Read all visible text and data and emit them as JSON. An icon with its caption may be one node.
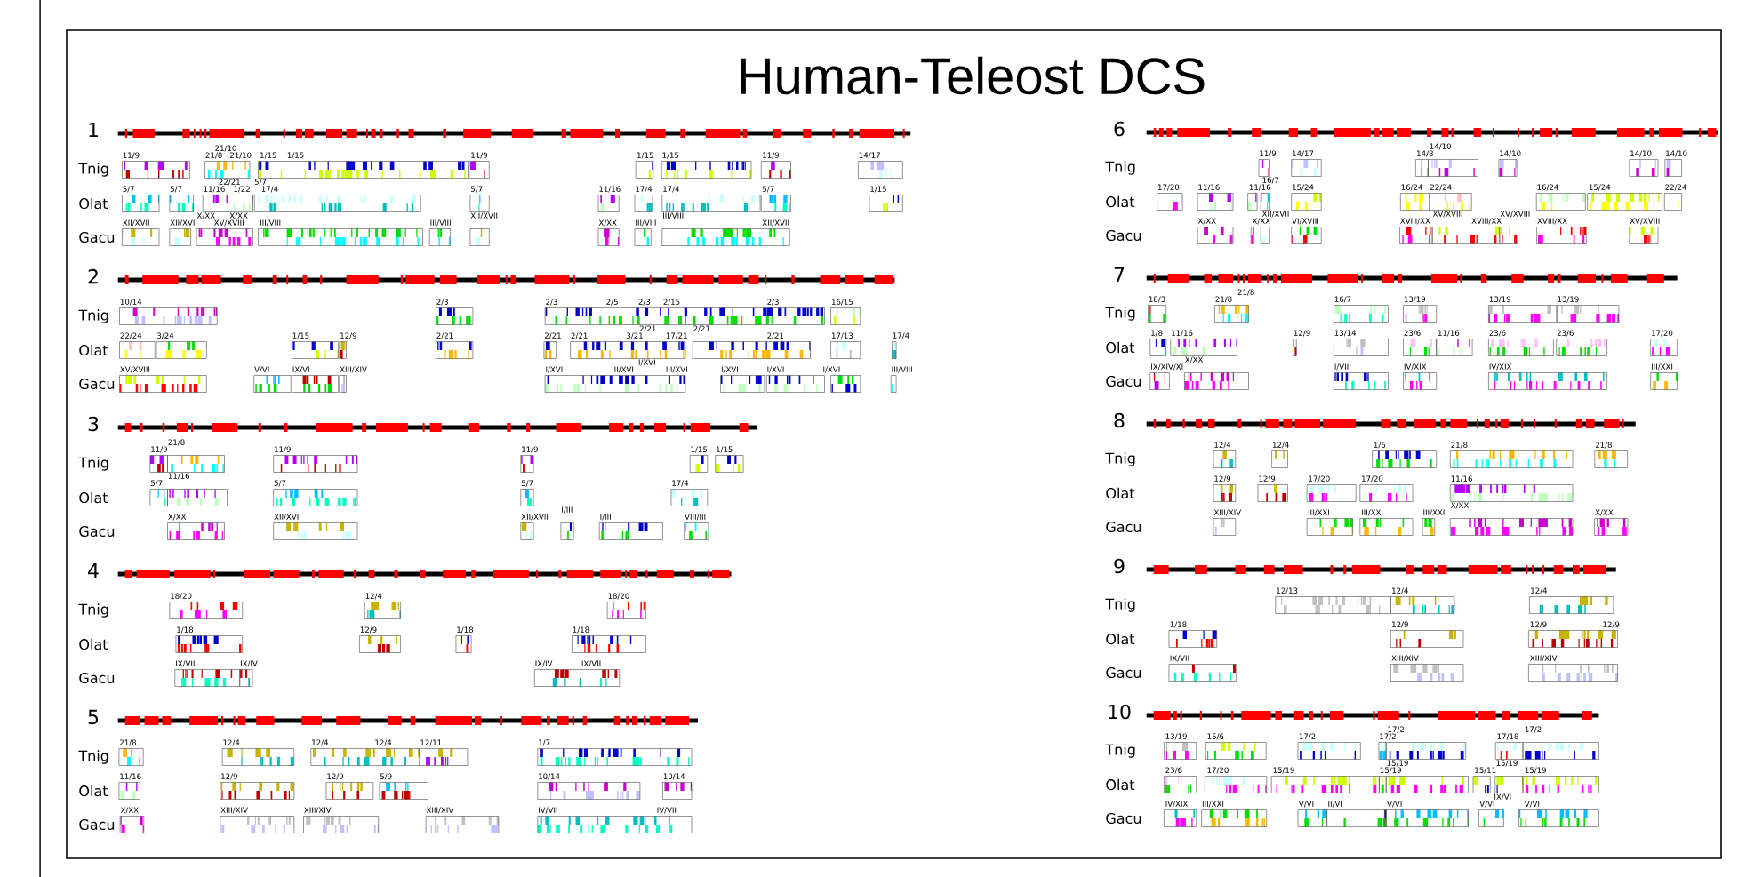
{
  "diagram": {
    "title": "Human-Teleost DCS",
    "labels": [
      "1",
      "Tnig",
      "11/9",
      "21/8",
      "21/10",
      "21/10",
      "1/15",
      "1/15",
      "11/9",
      "1/15",
      "1/15",
      "11/9",
      "14/17",
      "Olat",
      "5/7",
      "5/7",
      "11/16",
      "22/21",
      "1/22",
      "5/7",
      "17/4",
      "5/7",
      "11/16",
      "17/4",
      "17/4",
      "5/7",
      "1/15",
      "Gacu",
      "XII/XVII",
      "XII/XVII",
      "X/XX",
      "XV/XVIII",
      "X/XX",
      "III/VIII",
      "III/VIII",
      "XII/XVII",
      "X/XX",
      "III/VIII",
      "III/VIII",
      "XII/XVII",
      "2",
      "Tnig",
      "10/14",
      "2/3",
      "2/3",
      "2/5",
      "2/3",
      "2/15",
      "2/3",
      "16/15",
      "Olat",
      "22/24",
      "3/24",
      "1/15",
      "12/9",
      "2/21",
      "2/21",
      "2/21",
      "3/21",
      "2/21",
      "17/21",
      "2/21",
      "2/21",
      "17/13",
      "17/4",
      "Gacu",
      "XV/XVIII",
      "V/VI",
      "IX/VI",
      "XIII/XIV",
      "I/XVI",
      "II/XVI",
      "I/XVI",
      "III/XVI",
      "I/XVI",
      "I/XVI",
      "I/XVI",
      "III/VIII",
      "3",
      "Tnig",
      "11/9",
      "21/8",
      "11/9",
      "11/9",
      "1/15",
      "1/15",
      "Olat",
      "5/7",
      "11/16",
      "5/7",
      "5/7",
      "17/4",
      "Gacu",
      "X/XX",
      "XII/XVII",
      "XII/XVII",
      "I/III",
      "I/III",
      "VIII/III",
      "4",
      "Tnig",
      "18/20",
      "12/4",
      "18/20",
      "Olat",
      "1/18",
      "12/9",
      "1/18",
      "1/18",
      "Gacu",
      "IX/VII",
      "IX/IV",
      "IX/IV",
      "IX/VII",
      "5",
      "Tnig",
      "21/8",
      "12/4",
      "12/4",
      "12/4",
      "12/11",
      "1/7",
      "Olat",
      "11/16",
      "12/9",
      "12/9",
      "5/9",
      "10/14",
      "10/14",
      "Gacu",
      "X/XX",
      "XIII/XIV",
      "XIII/XIV",
      "XIII/XIV",
      "IV/VII",
      "IV/VII",
      "6",
      "Tnig",
      "11/9",
      "14/17",
      "14/8",
      "14/10",
      "14/10",
      "14/10",
      "14/10",
      "Olat",
      "17/20",
      "11/16",
      "11/16",
      "16/7",
      "15/24",
      "16/24",
      "22/24",
      "16/24",
      "15/24",
      "22/24",
      "Gacu",
      "X/XX",
      "X/XX",
      "XII/XVII",
      "VI/XVIII",
      "XVIII/XX",
      "XV/XVIII",
      "XVIII/XX",
      "XV/XVIII",
      "XVIII/XX",
      "XV/XVIII",
      "7",
      "Tnig",
      "18/3",
      "21/8",
      "21/8",
      "16/7",
      "13/19",
      "13/19",
      "13/19",
      "Olat",
      "1/8",
      "11/16",
      "12/9",
      "13/14",
      "23/6",
      "11/16",
      "23/6",
      "23/6",
      "17/20",
      "Gacu",
      "IX/XIV/XI",
      "X/XX",
      "I/VII",
      "IV/XIX",
      "IV/XIX",
      "III/XXI",
      "8",
      "Tnig",
      "12/4",
      "12/4",
      "1/6",
      "21/8",
      "21/8",
      "Olat",
      "12/9",
      "12/9",
      "17/20",
      "17/20",
      "11/16",
      "Gacu",
      "XIII/XIV",
      "III/XXI",
      "III/XXI",
      "III/XXI",
      "X/XX",
      "X/XX",
      "9",
      "Tnig",
      "12/13",
      "12/4",
      "12/4",
      "Olat",
      "1/18",
      "12/9",
      "12/9",
      "12/9",
      "Gacu",
      "IX/VII",
      "XIII/XIV",
      "XIII/XIV",
      "10",
      "Tnig",
      "13/19",
      "15/6",
      "17/2",
      "17/2",
      "17/2",
      "17/18",
      "17/2",
      "Olat",
      "23/6",
      "17/20",
      "15/19",
      "15/19",
      "15/19",
      "15/11",
      "15/19",
      "15/19",
      "Gacu",
      "IV/XIX",
      "III/XXI",
      "V/VI",
      "II/VI",
      "V/VI",
      "V/VI",
      "IX/VI",
      "V/VI"
    ]
  }
}
